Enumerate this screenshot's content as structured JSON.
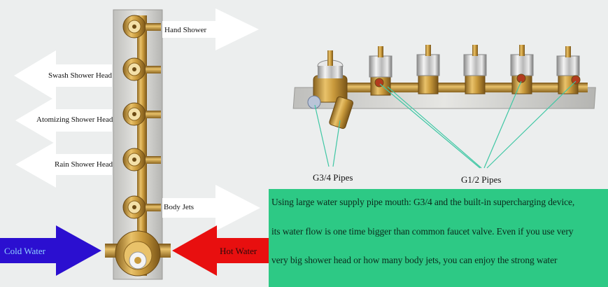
{
  "left_outlets": {
    "hand_shower": "Hand Shower",
    "swash_shower_head": "Swash Shower Head",
    "atomizing_shower_head": "Atomizing Shower Head",
    "rain_shower_head": "Rain Shower Head",
    "body_jets": "Body Jets"
  },
  "inlets": {
    "cold_water": "Cold Water",
    "hot_water": "Hot Water"
  },
  "pipes": {
    "g34": "G3/4 Pipes",
    "g12": "G1/2 Pipes"
  },
  "description": {
    "line1": "Using large water supply pipe mouth: G3/4 and the built-in supercharging device,",
    "line2": "its water flow is one time bigger than common faucet valve. Even if you use very",
    "line3": "very big shower head or how many body jets, you can enjoy the strong water"
  },
  "colors": {
    "cold_arrow": "#2b0fd0",
    "hot_arrow": "#e80f0f",
    "description_bg": "#2dc985",
    "brass": "#c99a3c",
    "steel_plate": "#d9d9d6"
  }
}
